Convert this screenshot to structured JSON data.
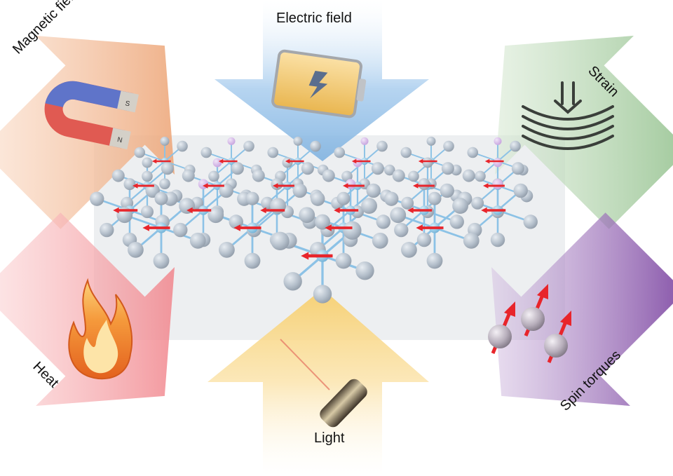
{
  "stimuli": {
    "electric_field": "Electric field",
    "magnetic_field": "Magnetic field",
    "strain": "Strain",
    "heat": "Heat",
    "light": "Light",
    "spin_torques": "Spin torques"
  },
  "colors": {
    "electric": "#7fb2e0",
    "magnetic": "#f2a878",
    "strain": "#8fbf8a",
    "heat": "#f07f86",
    "light": "#f7d27a",
    "spin": "#7b3fa0",
    "lattice_atom": "#b9c4d0",
    "lattice_center": "#8fc4e0",
    "lattice_bond": "#8cc2e6",
    "lattice_pink": "#d6b8e8",
    "spin_arrow": "#e8252b"
  },
  "icons": [
    "battery-icon",
    "magnet-icon",
    "bending-strain-icon",
    "flame-icon",
    "laser-pointer-icon",
    "spin-particles-icon"
  ]
}
